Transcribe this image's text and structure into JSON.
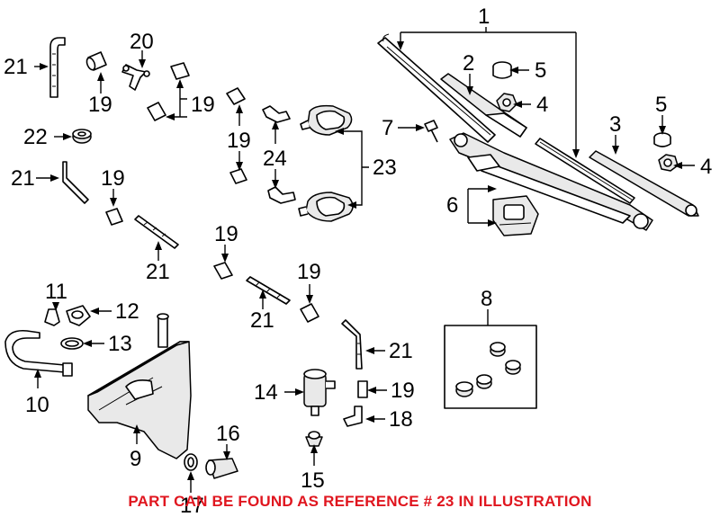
{
  "labels": {
    "p1": "1",
    "p2": "2",
    "p3": "3",
    "p4a": "4",
    "p4b": "4",
    "p5a": "5",
    "p5b": "5",
    "p6": "6",
    "p7": "7",
    "p8": "8",
    "p9": "9",
    "p10": "10",
    "p11": "11",
    "p12": "12",
    "p13": "13",
    "p14": "14",
    "p15": "15",
    "p16": "16",
    "p17": "17",
    "p18": "18",
    "p19a": "19",
    "p19b": "19",
    "p19c": "19",
    "p19d": "19",
    "p19e": "19",
    "p19f": "19",
    "p19g": "19",
    "p20": "20",
    "p21a": "21",
    "p21b": "21",
    "p21c": "21",
    "p21d": "21",
    "p21e": "21",
    "p22": "22",
    "p23": "23",
    "p24": "24"
  },
  "footer": {
    "note": "PART CAN BE FOUND AS REFERENCE # 23 IN ILLUSTRATION"
  },
  "colors": {
    "note_red": "#e0161f",
    "line": "#000000",
    "background": "#ffffff"
  }
}
